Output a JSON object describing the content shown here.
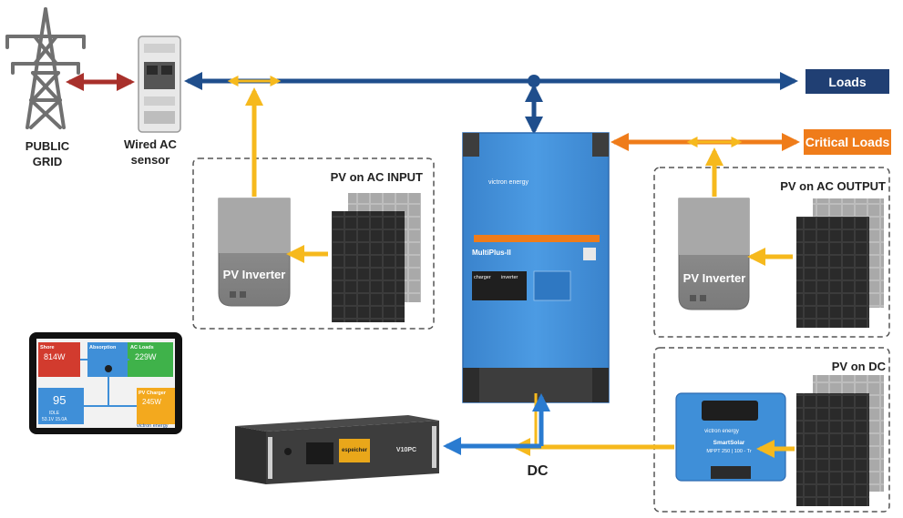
{
  "labels": {
    "public_grid_line1": "PUBLIC",
    "public_grid_line2": "GRID",
    "sensor_line1": "Wired AC",
    "sensor_line2": "sensor",
    "loads": "Loads",
    "critical_loads": "Critical Loads",
    "pv_ac_input": "PV on AC INPUT",
    "pv_ac_output": "PV on AC OUTPUT",
    "pv_dc": "PV on DC",
    "pv_inverter_1": "PV Inverter",
    "pv_inverter_2": "PV Inverter",
    "dc": "DC"
  },
  "inverter": {
    "brand": "victron energy",
    "model": "MultiPlus-II",
    "charger_label": "charger",
    "inverter_label": "inverter"
  },
  "mppt": {
    "brand": "victron energy",
    "model": "SmartSolar",
    "spec": "MPPT 250 | 100 - Tr"
  },
  "battery": {
    "brand": "espeicher",
    "model": "V10PC"
  },
  "gx_display": {
    "shore_title": "Shore",
    "shore_value": "814W",
    "absorption_title": "Absorption",
    "ac_loads_title": "AC Loads",
    "ac_loads_value": "229W",
    "battery_percent": "95",
    "battery_state": "IDLE",
    "battery_detail": "53.1V 15.0A",
    "pv_charger_title": "PV Charger",
    "pv_charger_value": "245W",
    "brand": "victron energy"
  },
  "colors": {
    "ac_bus_blue": "#1f4e8c",
    "dc_blue": "#2a7bd0",
    "pv_yellow": "#f6b91d",
    "critical_orange": "#ef7c1a",
    "grid_red": "#a8302b",
    "loads_box": "#203f73",
    "critical_box": "#ef7c1a",
    "inverter_blue": "#3f8fd8"
  }
}
